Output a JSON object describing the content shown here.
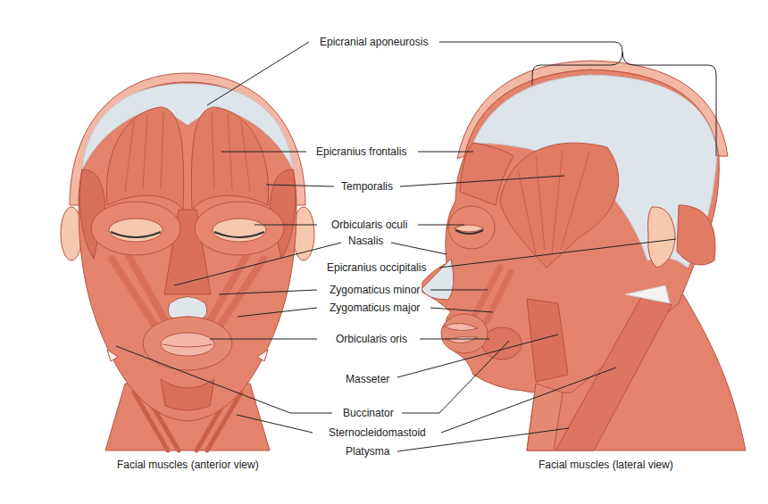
{
  "diagram": {
    "labels": [
      "Epicranial aponeurosis",
      "Epicranius frontalis",
      "Temporalis",
      "Orbicularis oculi",
      "Nasalis",
      "Epicranius occipitalis",
      "Zygomaticus minor",
      "Zygomaticus major",
      "Orbicularis oris",
      "Masseter",
      "Buccinator",
      "Sternocleidomastoid",
      "Platysma",
      "Facial muscles (anterior view)",
      "Facial muscles (lateral view)"
    ]
  }
}
